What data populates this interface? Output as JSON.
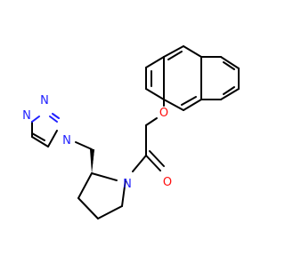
{
  "molecule": {
    "atom_labels": {
      "triazole_n1": "N",
      "triazole_n2": "N",
      "triazole_n3": "N",
      "pyrrolidine_n": "N",
      "carbonyl_o": "O",
      "ether_o": "O"
    },
    "colors": {
      "bond": "#000000",
      "nitrogen": "#2020ff",
      "oxygen": "#ff0d0d",
      "background": "#ffffff"
    }
  }
}
